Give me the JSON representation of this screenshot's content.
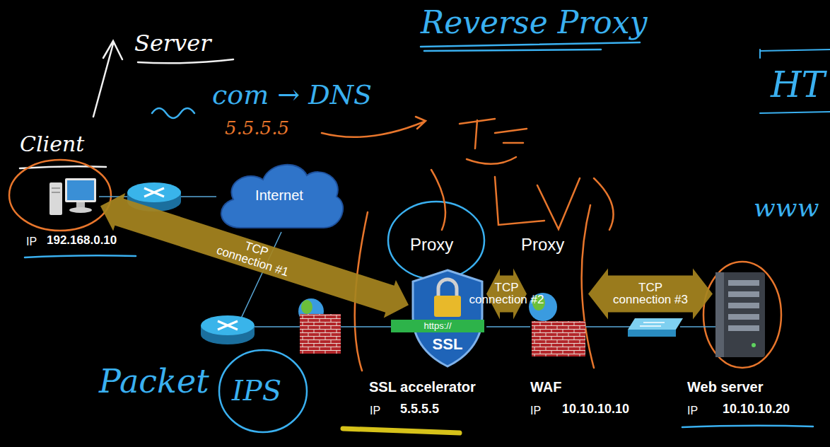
{
  "diagram": {
    "nodes": [
      {
        "text": [
          "Internet"
        ]
      },
      {
        "text": [
          "IP",
          "192.168.0.10"
        ]
      },
      {
        "text": [
          "Proxy",
          "https://",
          "SSL",
          "SSL accelerator",
          "IP",
          "5.5.5.5"
        ]
      },
      {
        "text": [
          "Proxy",
          "WAF",
          "IP",
          "10.10.10.10"
        ]
      },
      {
        "text": [
          "Web server",
          "IP",
          "10.10.10.20"
        ]
      }
    ],
    "edges": [
      {
        "from": 1,
        "to": 2,
        "arrow": "both",
        "label": "TCP connection #1"
      },
      {
        "from": 2,
        "to": 3,
        "arrow": "both",
        "label": "TCP connection #2"
      },
      {
        "from": 3,
        "to": 4,
        "arrow": "both",
        "label": "TCP connection #3"
      }
    ],
    "labels": [
      "Server",
      "Reverse Proxy",
      "Client",
      "com → DNS",
      "5.5.5.5",
      "Packet",
      "IPS",
      "www",
      "HT"
    ]
  }
}
